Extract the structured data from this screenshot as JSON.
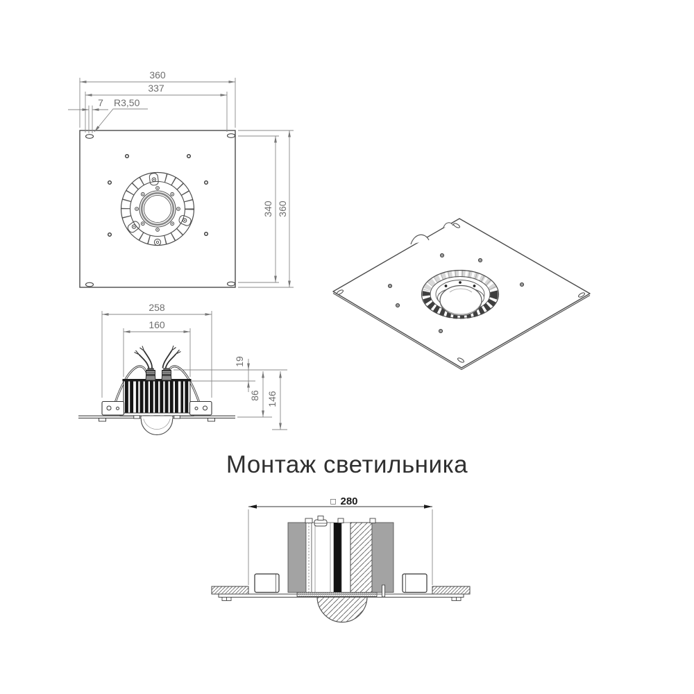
{
  "title": "Монтаж светильника",
  "top_view": {
    "dims": {
      "width_total": "360",
      "width_inner": "337",
      "edge_offset": "7",
      "corner_radius": "R3,50",
      "height_inner": "340",
      "height_total": "360"
    }
  },
  "side_view": {
    "dims": {
      "width_total": "258",
      "body_width": "160",
      "gland_height": "19",
      "recess_depth": "86",
      "total_height": "146"
    }
  },
  "install_view": {
    "dims": {
      "opening_symbol": "□",
      "opening_size": "280"
    }
  },
  "colors": {
    "line": "#555555",
    "dimension": "#777777",
    "fins_dark": "#161616",
    "block_gray": "#a3a3a3",
    "title_text": "#2f2f2f"
  }
}
